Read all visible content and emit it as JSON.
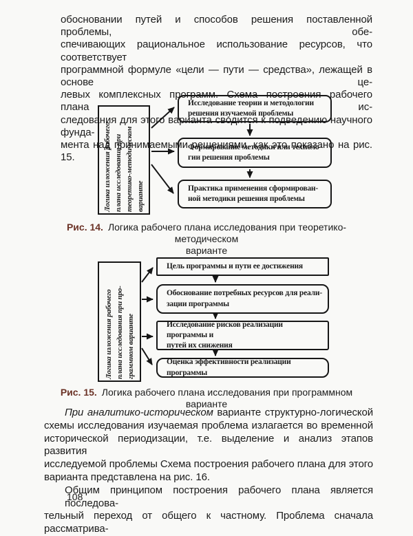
{
  "colors": {
    "paper": "#f9f9f7",
    "ink": "#1b1b1b",
    "caption_label_accent": "#6b3226"
  },
  "page_number": "108",
  "top_paragraph": {
    "lines": [
      {
        "t": "обосновании путей и способов решения поставленной проблемы, обе-"
      },
      {
        "t": "спечивающих рациональное использование ресурсов, что соответствует"
      },
      {
        "t": "программной формуле «цели — пути — средства», лежащей в основе це-"
      },
      {
        "t": "левых комплексных программ. Схема построения рабочего плана ис-"
      },
      {
        "t": "следования для этого варианта сводится к подведению научного фунда-"
      },
      {
        "t": "мента над принимаемыми решениями, как это показано на рис. 15.",
        "nj": true
      }
    ]
  },
  "figure14": {
    "side_label": [
      "Логика изложения рабочего",
      "плана исследования  при",
      "теоретико-методическом",
      "варианте"
    ],
    "boxes": [
      {
        "lines": [
          "Исследование теории и методологии",
          "решения изучаемой проблемы"
        ]
      },
      {
        "lines": [
          "Формирование методики или техноло-",
          "гии решения проблемы"
        ]
      },
      {
        "lines": [
          "Практика применения сформирован-",
          "ной методики решения проблемы"
        ]
      }
    ],
    "caption_label": "Рис. 14.",
    "caption_line1": "Логика рабочего плана исследования при теоретико-методическом",
    "caption_line2": "варианте"
  },
  "figure15": {
    "side_label": [
      "Логика изложения рабочего",
      "плана исследования  при про-",
      "граммном варианте"
    ],
    "boxes": [
      {
        "lines": [
          "Цель программы и пути ее достижения"
        ]
      },
      {
        "lines": [
          "Обоснование потребных ресурсов для реали-",
          "зации программы"
        ]
      },
      {
        "lines": [
          "Исследование рисков реализации программы и",
          "путей их снижения"
        ]
      },
      {
        "lines": [
          "Оценка эффективности реализации программы"
        ]
      }
    ],
    "caption_label": "Рис. 15.",
    "caption": "Логика рабочего плана исследования при программном варианте"
  },
  "bottom_paragraphs": {
    "lines": [
      {
        "em": "При  аналитико-историческом",
        "t": "  варианте  структурно-логической",
        "ind": true
      },
      {
        "t": "схемы исследования изучаемая проблема излагается во временной"
      },
      {
        "t": "исторической периодизации, т.е. выделение и анализ этапов развития"
      },
      {
        "t": "исследуемой проблемы Схема построения рабочего плана для этого"
      },
      {
        "t": "варианта представлена на рис. 16.",
        "nj": true
      },
      {
        "t": "Общим принципом построения рабочего плана является последова-",
        "ind": true
      },
      {
        "t": "тельный переход от общего к частному. Проблема сначала рассматрива-"
      }
    ]
  }
}
